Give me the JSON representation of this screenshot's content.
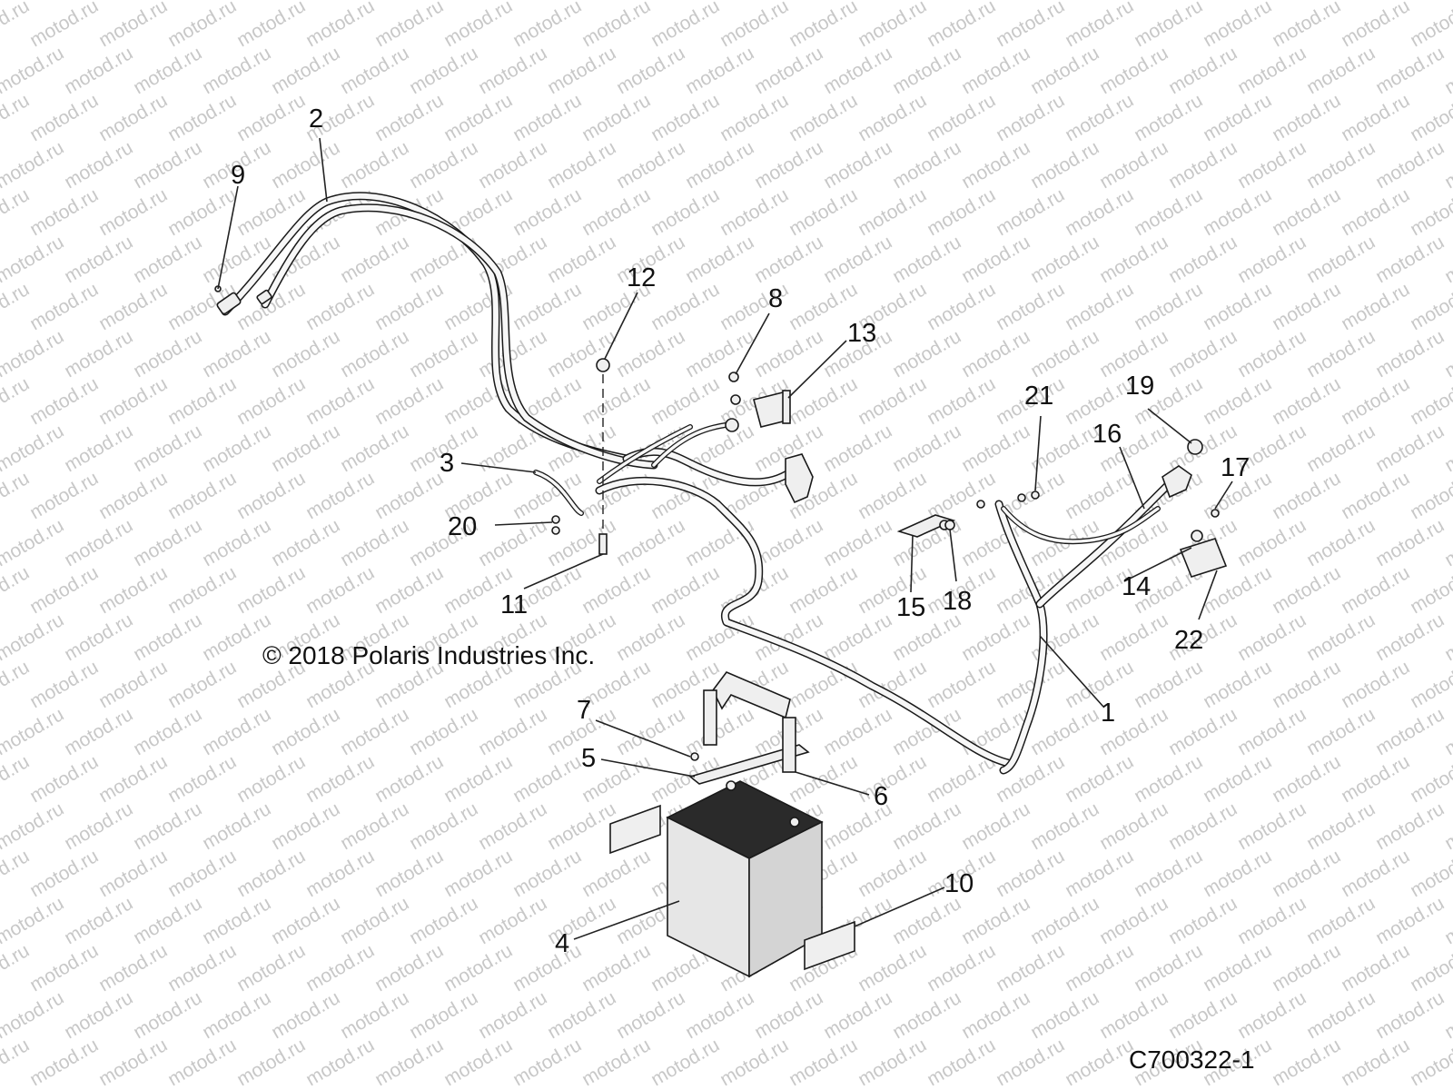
{
  "watermark": {
    "text": "motod.ru",
    "color": "#c8c8c8"
  },
  "copyright": "© 2018 Polaris Industries Inc.",
  "drawing_id": "C700322-1",
  "callouts": {
    "c1": "1",
    "c2": "2",
    "c3": "3",
    "c4": "4",
    "c5": "5",
    "c6": "6",
    "c7": "7",
    "c8": "8",
    "c9": "9",
    "c10": "10",
    "c11": "11",
    "c12": "12",
    "c13": "13",
    "c14": "14",
    "c15": "15",
    "c16": "16",
    "c17": "17",
    "c18": "18",
    "c19": "19",
    "c20": "20",
    "c21": "21",
    "c22": "22"
  },
  "colors": {
    "line": "#1a1a1a",
    "battery_body": "#e6e6e6",
    "battery_top": "#2a2a2a"
  }
}
